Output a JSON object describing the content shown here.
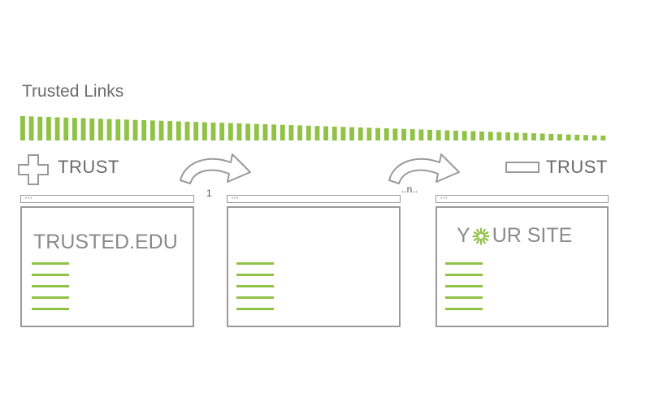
{
  "title": "Trusted Links",
  "meter": {
    "bars": 68,
    "color": "#8fc245"
  },
  "trust_plus_label": "TRUST",
  "trust_minus_label": "TRUST",
  "step_first": "1",
  "step_nth": "..n..",
  "windows": [
    {
      "heading": "TRUSTED.EDU",
      "lines": 5
    },
    {
      "heading": "",
      "lines": 5
    },
    {
      "heading_before": "Y",
      "heading_after": "UR  SITE",
      "lines": 5
    }
  ],
  "icons": {
    "plus": "plus-icon",
    "minus": "minus-icon",
    "arrow": "curved-arrow-icon",
    "sunburst": "sunburst-icon"
  },
  "colors": {
    "green": "#8fc245",
    "gray": "#9a9a9a",
    "text": "#6b6b6b"
  }
}
